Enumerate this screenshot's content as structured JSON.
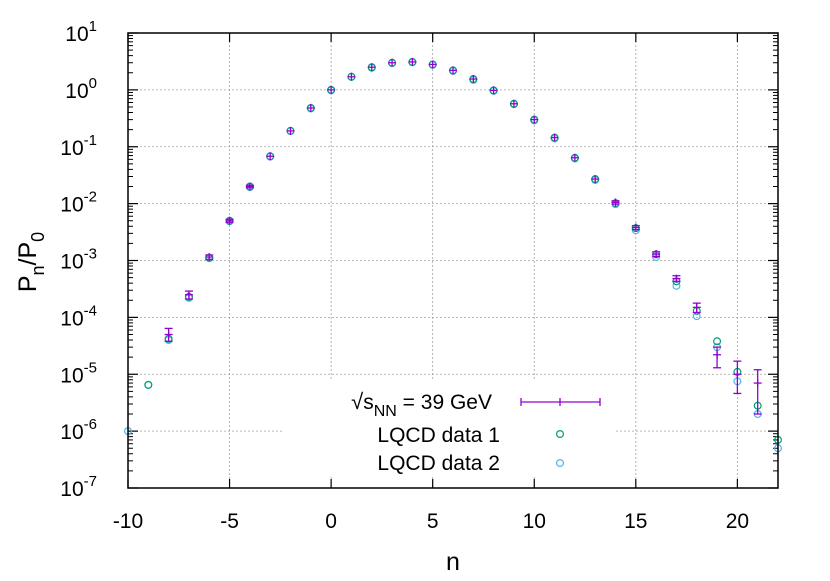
{
  "chart_data": {
    "type": "scatter",
    "xlabel": "n",
    "ylabel": "P_n/P_0",
    "xlim": [
      -10,
      22
    ],
    "ylim_log10": [
      -7,
      1
    ],
    "y_scale": "log",
    "grid": true,
    "legend_position": "bottom-center",
    "x_ticks": [
      -10,
      -5,
      0,
      5,
      10,
      15,
      20
    ],
    "x_tick_labels": [
      "-10",
      "-5",
      "0",
      "5",
      "10",
      "15",
      "20"
    ],
    "y_ticks_exp": [
      -7,
      -6,
      -5,
      -4,
      -3,
      -2,
      -1,
      0,
      1
    ],
    "y_tick_labels": [
      "10",
      "10",
      "10",
      "10",
      "10",
      "10",
      "10",
      "10",
      "10"
    ],
    "y_tick_exponents": [
      "-7",
      "-6",
      "-5",
      "-4",
      "-3",
      "-2",
      "-1",
      "0",
      "1"
    ],
    "series": [
      {
        "name": "√s_NN = 39 GeV",
        "legend_text": {
          "sqrt": "√",
          "s": "s",
          "sub": "NN",
          "rest": " = 39 GeV"
        },
        "color": "#9400d3",
        "marker": "plus-errorbar",
        "points": [
          {
            "x": -8,
            "y": 5e-05,
            "ylo": 3.8e-05,
            "yhi": 6.4e-05
          },
          {
            "x": -7,
            "y": 0.00025,
            "ylo": 0.00021,
            "yhi": 0.00029
          },
          {
            "x": -6,
            "y": 0.00115,
            "ylo": 0.00105,
            "yhi": 0.00125
          },
          {
            "x": -5,
            "y": 0.005,
            "ylo": 0.0047,
            "yhi": 0.0053
          },
          {
            "x": -4,
            "y": 0.02,
            "ylo": 0.019,
            "yhi": 0.021
          },
          {
            "x": -3,
            "y": 0.068
          },
          {
            "x": -2,
            "y": 0.19
          },
          {
            "x": -1,
            "y": 0.48
          },
          {
            "x": 0,
            "y": 1.0
          },
          {
            "x": 1,
            "y": 1.7
          },
          {
            "x": 2,
            "y": 2.5
          },
          {
            "x": 3,
            "y": 3.0
          },
          {
            "x": 4,
            "y": 3.1
          },
          {
            "x": 5,
            "y": 2.8
          },
          {
            "x": 6,
            "y": 2.2
          },
          {
            "x": 7,
            "y": 1.55
          },
          {
            "x": 8,
            "y": 0.98
          },
          {
            "x": 9,
            "y": 0.57
          },
          {
            "x": 10,
            "y": 0.3
          },
          {
            "x": 11,
            "y": 0.145
          },
          {
            "x": 12,
            "y": 0.064
          },
          {
            "x": 13,
            "y": 0.027
          },
          {
            "x": 14,
            "y": 0.0105,
            "ylo": 0.0098,
            "yhi": 0.0112
          },
          {
            "x": 15,
            "y": 0.0038,
            "ylo": 0.0035,
            "yhi": 0.0041
          },
          {
            "x": 16,
            "y": 0.0013,
            "ylo": 0.00118,
            "yhi": 0.00142
          },
          {
            "x": 17,
            "y": 0.00048,
            "ylo": 0.00043,
            "yhi": 0.00054
          },
          {
            "x": 18,
            "y": 0.00015,
            "ylo": 0.000122,
            "yhi": 0.000178
          },
          {
            "x": 19,
            "y": 2.2e-05,
            "ylo": 1.3e-05,
            "yhi": 3e-05
          },
          {
            "x": 20,
            "y": 1e-05,
            "ylo": 4.6e-06,
            "yhi": 1.7e-05
          },
          {
            "x": 21,
            "y": 7e-06,
            "ylo": 2e-06,
            "yhi": 1.2e-05
          }
        ]
      },
      {
        "name": "LQCD data 1",
        "color": "#009e73",
        "marker": "circle",
        "points": [
          {
            "x": -9,
            "y": 6.5e-06
          },
          {
            "x": -8,
            "y": 4.2e-05
          },
          {
            "x": -7,
            "y": 0.00023
          },
          {
            "x": -6,
            "y": 0.00112
          },
          {
            "x": -5,
            "y": 0.005
          },
          {
            "x": -4,
            "y": 0.02
          },
          {
            "x": -3,
            "y": 0.068
          },
          {
            "x": -2,
            "y": 0.19
          },
          {
            "x": -1,
            "y": 0.48
          },
          {
            "x": 0,
            "y": 1.0
          },
          {
            "x": 1,
            "y": 1.7
          },
          {
            "x": 2,
            "y": 2.5
          },
          {
            "x": 3,
            "y": 3.0
          },
          {
            "x": 4,
            "y": 3.1
          },
          {
            "x": 5,
            "y": 2.8
          },
          {
            "x": 6,
            "y": 2.2
          },
          {
            "x": 7,
            "y": 1.55
          },
          {
            "x": 8,
            "y": 0.98
          },
          {
            "x": 9,
            "y": 0.57
          },
          {
            "x": 10,
            "y": 0.3
          },
          {
            "x": 11,
            "y": 0.145
          },
          {
            "x": 12,
            "y": 0.064
          },
          {
            "x": 13,
            "y": 0.027
          },
          {
            "x": 14,
            "y": 0.0102
          },
          {
            "x": 15,
            "y": 0.0037
          },
          {
            "x": 16,
            "y": 0.00128
          },
          {
            "x": 17,
            "y": 0.00043
          },
          {
            "x": 18,
            "y": 0.00013
          },
          {
            "x": 19,
            "y": 3.8e-05
          },
          {
            "x": 20,
            "y": 1.1e-05
          },
          {
            "x": 21,
            "y": 2.8e-06
          },
          {
            "x": 22,
            "y": 7e-07
          }
        ]
      },
      {
        "name": "LQCD data 2",
        "color": "#56b4e9",
        "marker": "circle",
        "points": [
          {
            "x": -10,
            "y": 1e-06
          },
          {
            "x": -9,
            "y": 6.5e-06
          },
          {
            "x": -8,
            "y": 4e-05
          },
          {
            "x": -7,
            "y": 0.00022
          },
          {
            "x": -6,
            "y": 0.0011
          },
          {
            "x": -5,
            "y": 0.0049
          },
          {
            "x": -4,
            "y": 0.0195
          },
          {
            "x": -3,
            "y": 0.067
          },
          {
            "x": -2,
            "y": 0.19
          },
          {
            "x": -1,
            "y": 0.47
          },
          {
            "x": 0,
            "y": 0.98
          },
          {
            "x": 1,
            "y": 1.7
          },
          {
            "x": 2,
            "y": 2.45
          },
          {
            "x": 3,
            "y": 2.95
          },
          {
            "x": 4,
            "y": 3.05
          },
          {
            "x": 5,
            "y": 2.75
          },
          {
            "x": 6,
            "y": 2.15
          },
          {
            "x": 7,
            "y": 1.5
          },
          {
            "x": 8,
            "y": 0.96
          },
          {
            "x": 9,
            "y": 0.56
          },
          {
            "x": 10,
            "y": 0.29
          },
          {
            "x": 11,
            "y": 0.14
          },
          {
            "x": 12,
            "y": 0.062
          },
          {
            "x": 13,
            "y": 0.026
          },
          {
            "x": 14,
            "y": 0.0098
          },
          {
            "x": 15,
            "y": 0.0034
          },
          {
            "x": 16,
            "y": 0.00115
          },
          {
            "x": 17,
            "y": 0.00036
          },
          {
            "x": 18,
            "y": 0.000105
          },
          {
            "x": 19,
            "y": 3e-05
          },
          {
            "x": 20,
            "y": 7.5e-06
          },
          {
            "x": 21,
            "y": 2e-06
          },
          {
            "x": 22,
            "y": 5e-07
          }
        ]
      }
    ]
  }
}
